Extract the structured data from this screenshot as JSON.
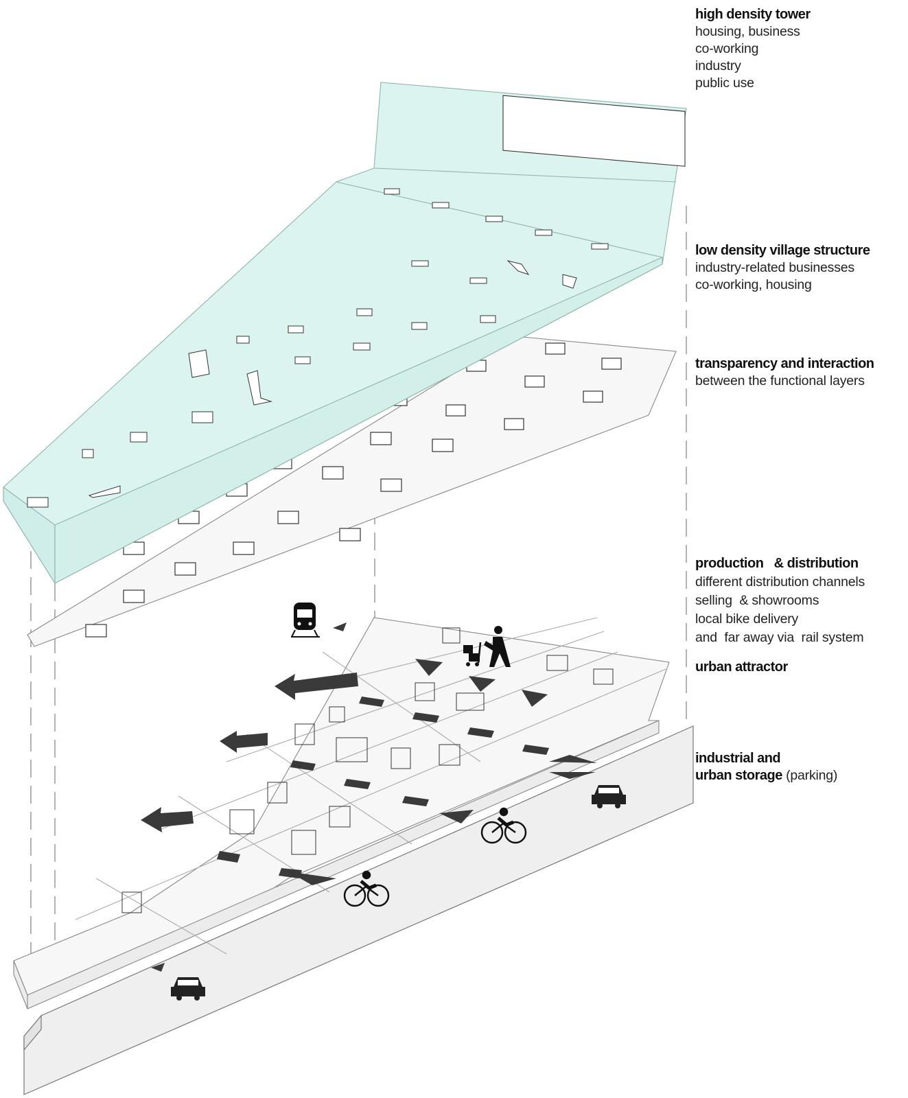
{
  "labels": {
    "tower": {
      "title": "high density tower",
      "lines": [
        "housing, business",
        "co-working",
        "industry",
        "public use"
      ]
    },
    "village": {
      "title": "low density village structure",
      "lines": [
        "industry-related businesses",
        "co-working, housing"
      ]
    },
    "transparency": {
      "title": "transparency and interaction",
      "lines": [
        "between  the functional layers"
      ]
    },
    "production": {
      "title": "production   & distribution",
      "lines": [
        "different distribution channels",
        "selling  & showrooms",
        "local bike delivery",
        "and  far away via  rail system"
      ]
    },
    "attractor": {
      "title": "urban attractor"
    },
    "storage": {
      "title_line1": "industrial and",
      "title_line2": "urban storage",
      "note": "(parking)"
    }
  },
  "icons": [
    "train-icon",
    "delivery-worker-icon",
    "car-icon",
    "bicycle-icon",
    "flow-arrow-icon"
  ],
  "colors": {
    "tower_fill": "#dcf4f0",
    "tower_stroke": "#8fb3ad",
    "layer_fill": "#f6f6f6",
    "ground_fill": "#efefef",
    "dark": "#3a3a3a"
  }
}
